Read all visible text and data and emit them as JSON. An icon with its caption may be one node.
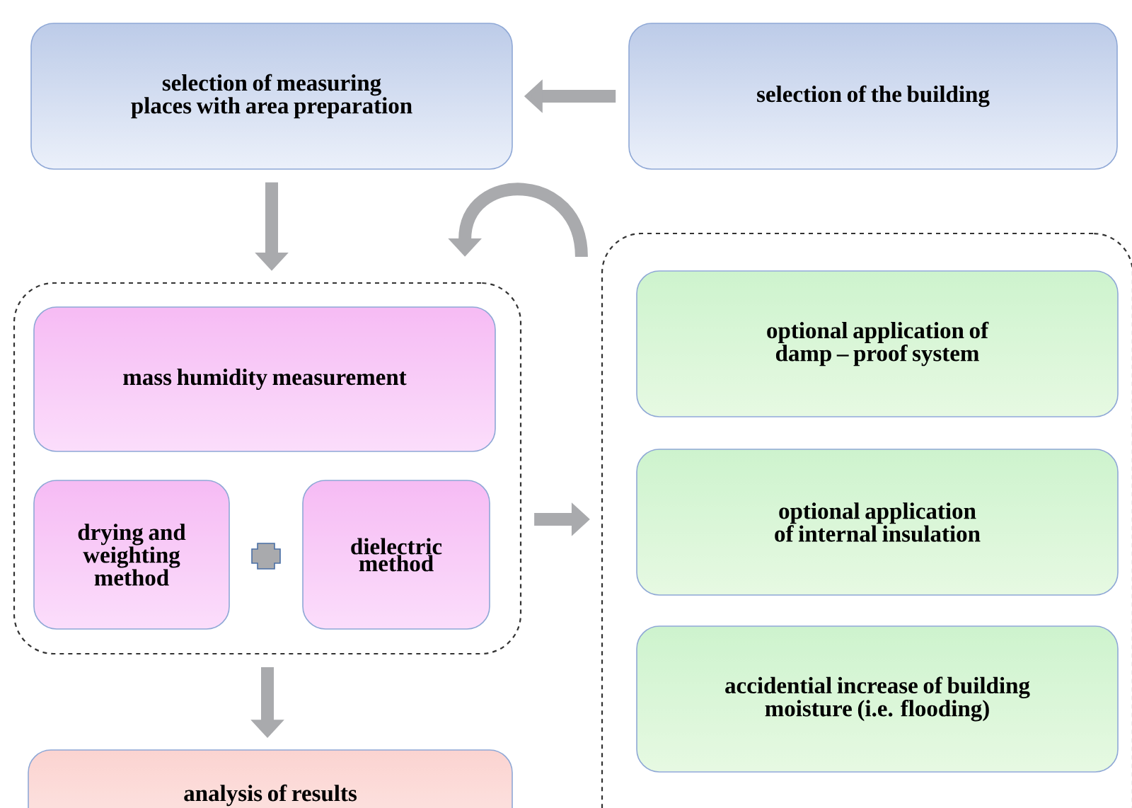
{
  "diagram": {
    "nodes": [
      {
        "text": [
          "selection of measuring places with area preparation"
        ]
      },
      {
        "text": [
          "selection of the building"
        ]
      },
      {
        "text": [],
        "shape": "box"
      },
      {
        "text": [
          "mass humidity measurement"
        ],
        "in": 2
      },
      {
        "text": [
          "drying and weighting method"
        ],
        "in": 2
      },
      {
        "text": [
          "dielectric method"
        ],
        "in": 2
      },
      {
        "text": [
          "analysis of results"
        ]
      },
      {
        "text": [],
        "shape": "box"
      },
      {
        "text": [
          "optional application of damp – proof system"
        ],
        "in": 7
      },
      {
        "text": [
          "optional application of internal insulation"
        ],
        "in": 7
      },
      {
        "text": [
          "accidential increase of building moisture (i.e. flooding)"
        ],
        "in": 7
      }
    ],
    "edges": [
      {
        "from": 1,
        "to": 0,
        "arrow": "to"
      },
      {
        "from": 0,
        "to": 2,
        "arrow": "to"
      },
      {
        "from": 7,
        "to": 2,
        "arrow": "to"
      },
      {
        "from": 2,
        "to": 7,
        "arrow": "to"
      },
      {
        "from": 2,
        "to": 6,
        "arrow": "to"
      }
    ]
  }
}
